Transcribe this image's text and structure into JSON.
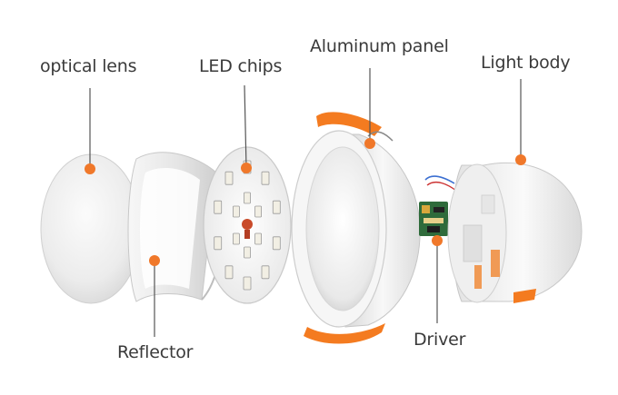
{
  "labels": {
    "optical_lens": "optical lens",
    "led_chips": "LED chips",
    "aluminum_panel": "Aluminum panel",
    "light_body": "Light body",
    "reflector": "Reflector",
    "driver": "Driver"
  },
  "colors": {
    "background": "#ffffff",
    "label_text": "#3a3a3a",
    "leader_line": "#555555",
    "marker_dot": "#f0782a",
    "accent_orange": "#f47b20",
    "led_chip": "#f2efe4",
    "housing_white": "#f4f4f4"
  },
  "components": [
    {
      "name": "optical lens",
      "icon": "lens-disc"
    },
    {
      "name": "Reflector",
      "icon": "reflector-ring"
    },
    {
      "name": "LED chips",
      "icon": "led-board"
    },
    {
      "name": "Aluminum panel",
      "icon": "housing-ring"
    },
    {
      "name": "Driver",
      "icon": "driver-board"
    },
    {
      "name": "Light body",
      "icon": "dome-body"
    }
  ]
}
